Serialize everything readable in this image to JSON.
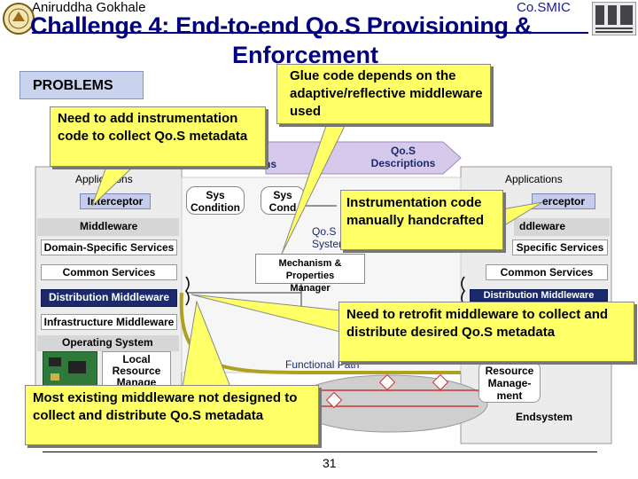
{
  "header": {
    "author": "Aniruddha Gokhale",
    "org": "Co.SMIC"
  },
  "title": {
    "line1": "Challenge 4: End-to-end Qo.S Provisioning &",
    "line2": "Enforcement"
  },
  "problems_label": "PROBLEMS",
  "callouts": {
    "glue": "Glue code depends on the adaptive/reflective middleware used",
    "instrumentation_add": "Need to add instrumentation code to collect Qo.S metadata",
    "instrumentation_manual": "Instrumentation code manually handcrafted",
    "retrofit": "Need to retrofit middleware to collect and distribute desired Qo.S metadata",
    "existing": "Most existing middleware not designed to collect and distribute Qo.S metadata"
  },
  "diagram": {
    "left": {
      "applications": "Applications",
      "interceptor": "Interceptor",
      "middleware": "Middleware",
      "domain_services": "Domain-Specific Services",
      "common_services": "Common Services",
      "distribution": "Distribution Middleware",
      "infrastructure": "Infrastructure Middleware",
      "os": "Operating System",
      "local_rm_1": "Local",
      "local_rm_2": "Resource",
      "local_rm_3": "Manage"
    },
    "center": {
      "sys_condition_1": "Sys",
      "sys_condition_2": "Condition",
      "sys_cond2_1": "Sys",
      "sys_cond2_2": "Cond",
      "qos_desc_1": "Qo.S",
      "qos_desc_2": "Descriptions",
      "qos_partial_1": "Qo.S",
      "qos_partial_2": "Systemic",
      "ns_partial": "ns",
      "mech_1": "Mechanism & Properties",
      "mech_2": "Manager",
      "functional_path": "Functional Path"
    },
    "right": {
      "applications": "Applications",
      "interceptor": "erceptor",
      "middleware": "ddleware",
      "domain_services": "Specific Services",
      "common_services": "Common Services",
      "distribution": "Distribution Middleware",
      "rm_1": "Resource",
      "rm_2": "Manage-",
      "rm_3": "ment",
      "endsystem": "Endsystem"
    }
  },
  "page_number": "31"
}
